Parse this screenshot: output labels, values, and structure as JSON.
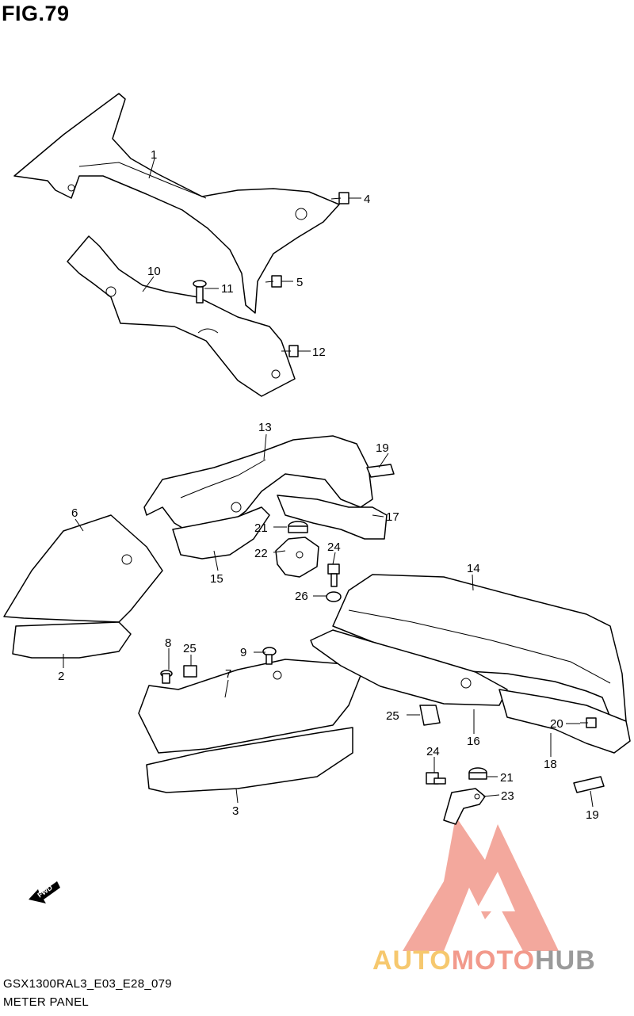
{
  "figure": {
    "title": "FIG.79",
    "model_code": "GSX1300RAL3_E03_E28_079",
    "section_name": "METER PANEL"
  },
  "callouts": [
    "1",
    "2",
    "3",
    "4",
    "5",
    "6",
    "7",
    "8",
    "9",
    "10",
    "11",
    "12",
    "13",
    "14",
    "15",
    "16",
    "17",
    "18",
    "19",
    "19",
    "20",
    "21",
    "21",
    "22",
    "23",
    "24",
    "24",
    "25",
    "25",
    "26"
  ],
  "direction_badge": {
    "label": "FWD"
  },
  "watermark": {
    "part1": "AUTO",
    "part2": "MOTO",
    "part3": "HUB",
    "colors": {
      "auto": "#f6c86e",
      "moto": "#f29a8c",
      "hub": "#9a9a9a",
      "logo": "#f29a8c"
    }
  }
}
